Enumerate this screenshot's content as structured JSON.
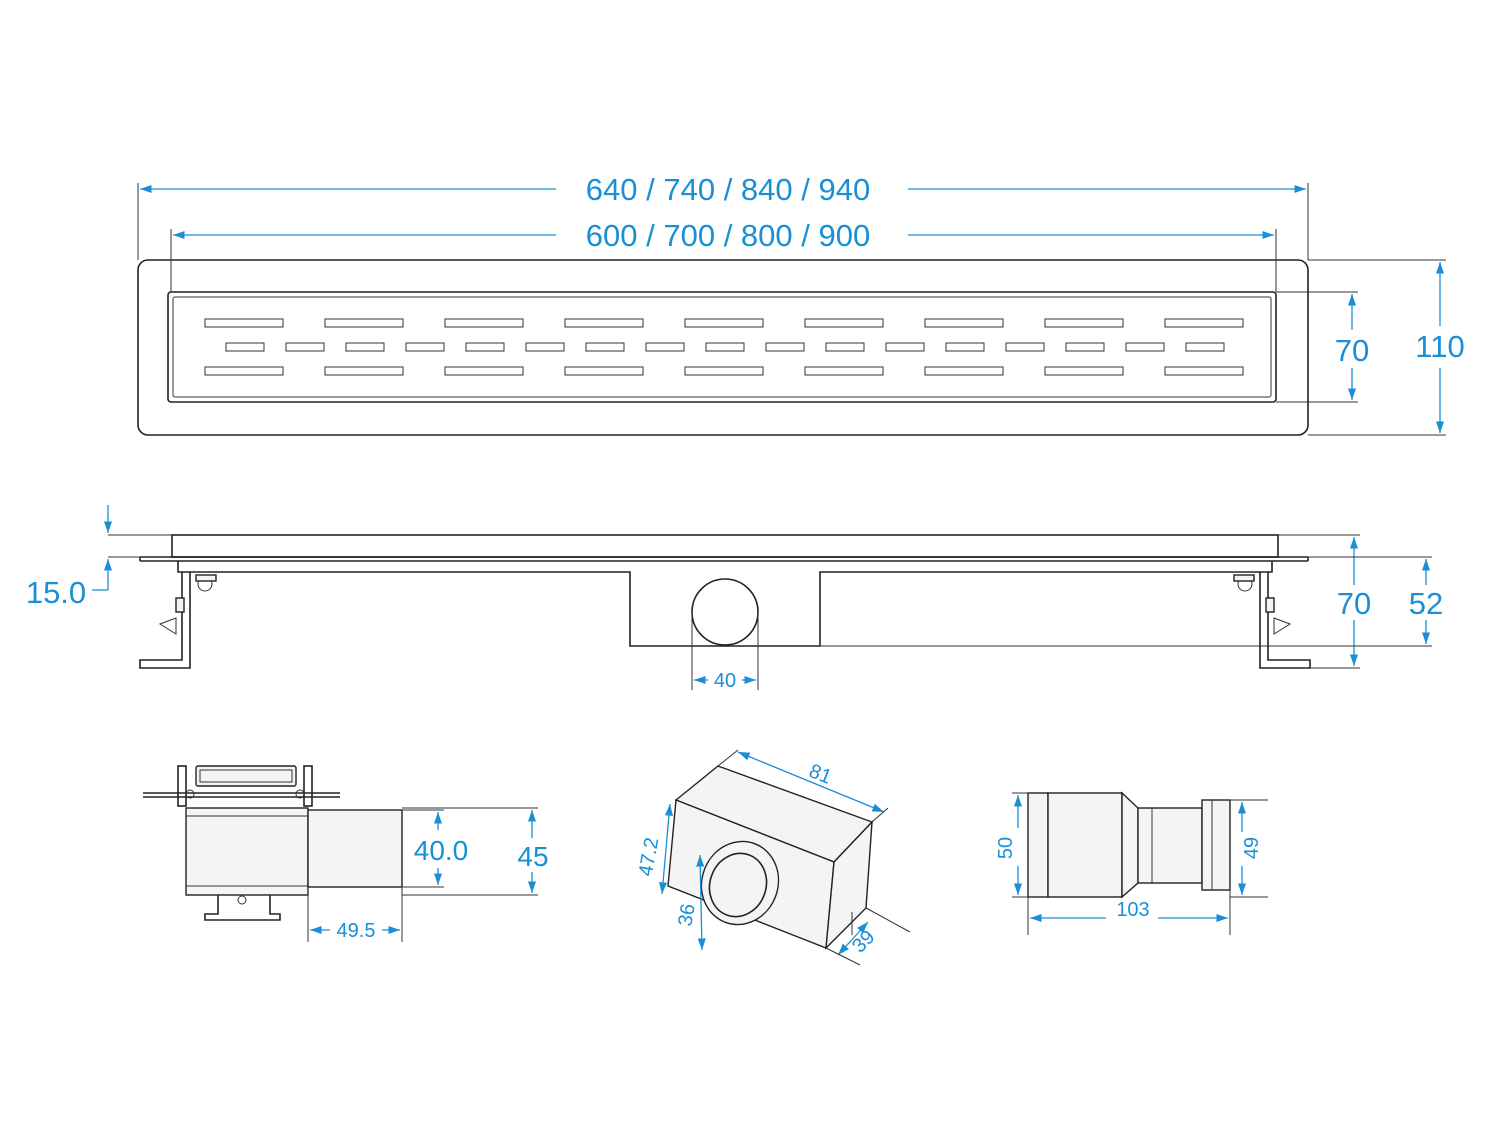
{
  "colors": {
    "dimension": "#1a8fd6",
    "outline": "#222222",
    "background": "#ffffff"
  },
  "top_view": {
    "overall_length": "640 / 740 / 840 / 940",
    "inner_length": "600 / 700 / 800 / 900",
    "inner_width": "70",
    "overall_width": "110"
  },
  "side_view": {
    "flange_height": "15.0",
    "outlet_diameter": "40",
    "total_height": "70",
    "body_height": "52"
  },
  "end_view": {
    "outlet_height": "40.0",
    "overall_height": "45",
    "outlet_length": "49.5"
  },
  "outlet_box": {
    "length": "81",
    "height": "47.2",
    "pipe_diameter": "36",
    "width": "39"
  },
  "adapter": {
    "left_diameter": "50",
    "right_diameter": "49",
    "length": "103"
  }
}
